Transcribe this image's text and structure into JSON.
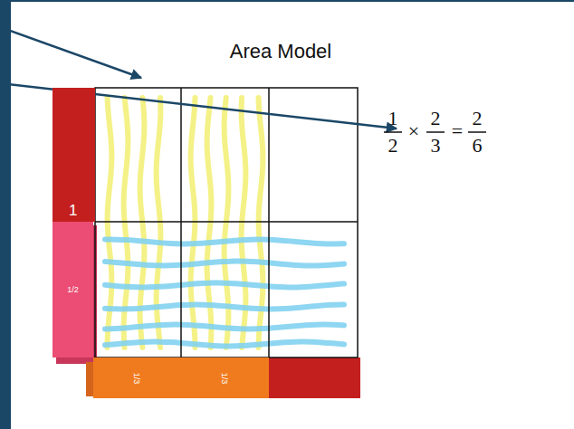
{
  "diagram": {
    "title": "Area Model",
    "nodes": [
      {
        "text": [
          "1"
        ]
      },
      {
        "text": [
          "1/2"
        ]
      },
      {
        "text": [
          "1/3"
        ]
      },
      {
        "text": [
          "1/3"
        ]
      }
    ],
    "labels": [
      "1",
      "2",
      "×",
      "2",
      "3",
      "=",
      "2",
      "6"
    ]
  }
}
